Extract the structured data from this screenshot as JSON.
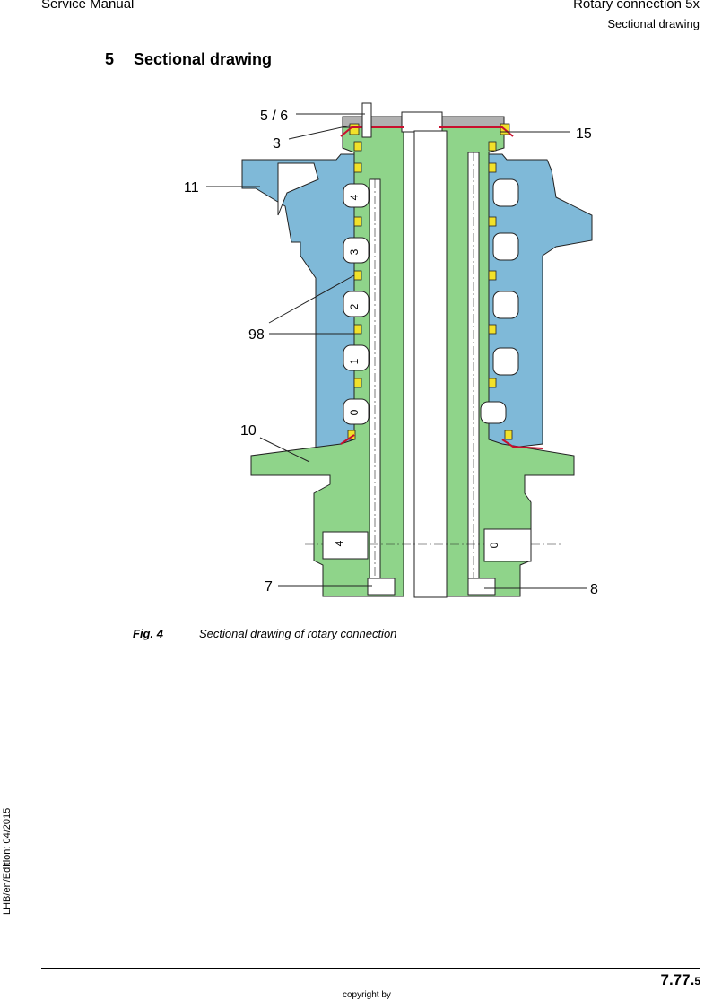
{
  "header": {
    "left": "Service Manual",
    "right": "Rotary connection 5x",
    "sub": "Sectional drawing"
  },
  "section": {
    "number": "5",
    "title": "Sectional drawing"
  },
  "figure": {
    "callouts": {
      "c56": "5 / 6",
      "c3": "3",
      "c15": "15",
      "c11": "11",
      "c98": "98",
      "c10": "10",
      "c7": "7",
      "c8": "8"
    },
    "port_labels": {
      "p4": "4",
      "p3": "3",
      "p2": "2",
      "p1": "1",
      "p0": "0",
      "port4": "4",
      "port0": "0"
    },
    "colors": {
      "housing": "#7fb9d8",
      "shaft": "#8fd48a",
      "seal": "#f2e12a",
      "gasket": "#c8102e"
    }
  },
  "caption": {
    "label": "Fig. 4",
    "text": "Sectional drawing of rotary connection"
  },
  "side_text": "LHB/en/Edition: 04/2015",
  "page_number": {
    "main": "7.77.",
    "sub": "5"
  },
  "footer": {
    "copyright": "copyright by"
  }
}
